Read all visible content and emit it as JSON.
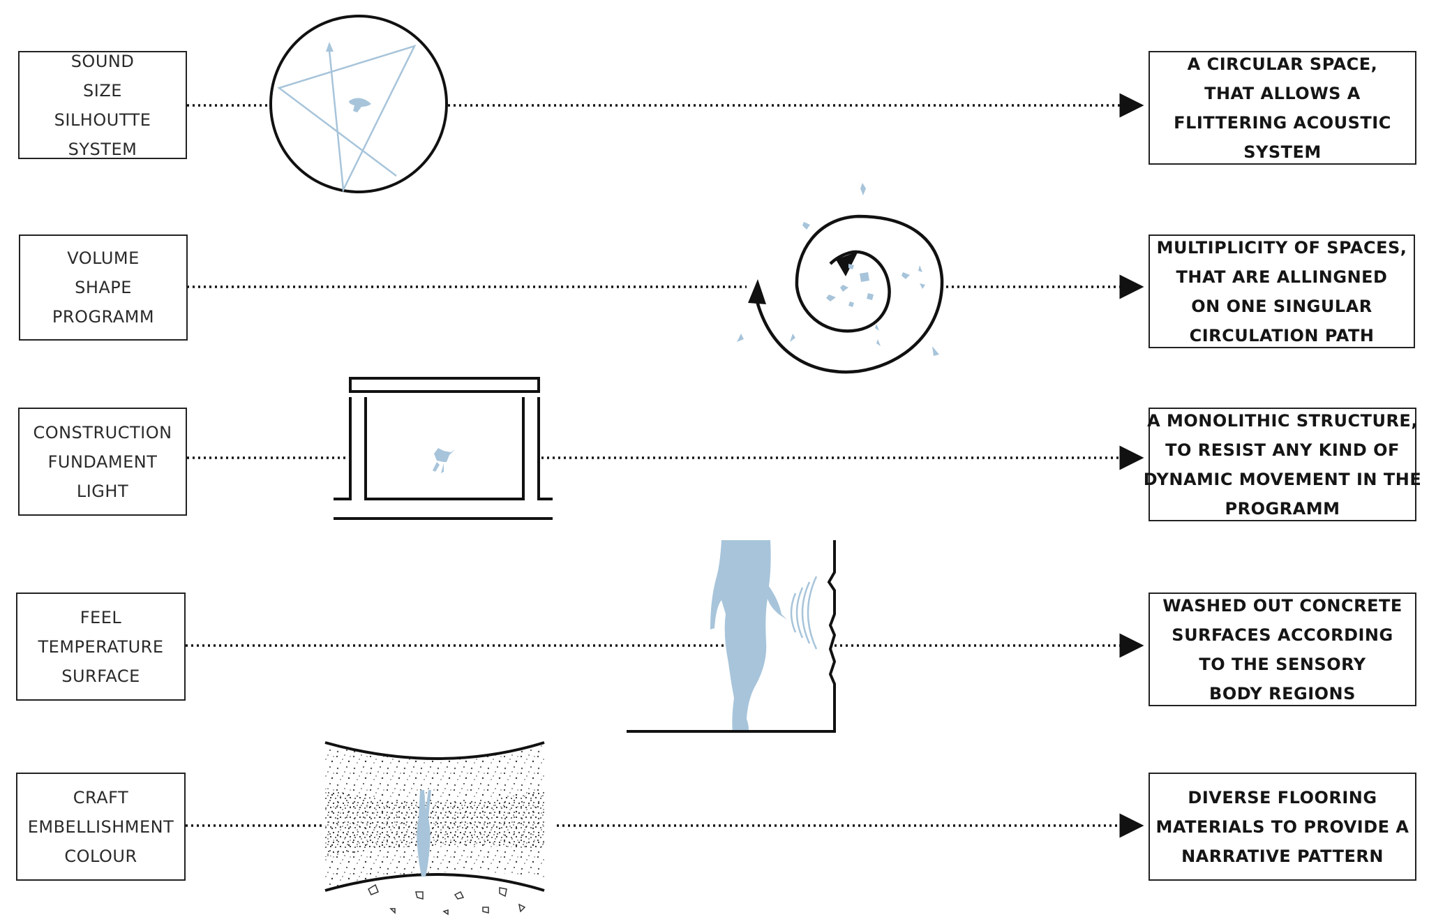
{
  "rows": [
    {
      "left": [
        "SOUND",
        "SIZE",
        "SILHOUTTE",
        "SYSTEM"
      ],
      "right": [
        "A CIRCULAR SPACE,",
        "THAT ALLOWS A",
        "FLITTERING ACOUSTIC",
        "SYSTEM"
      ]
    },
    {
      "left": [
        "VOLUME",
        "SHAPE",
        "PROGRAMM"
      ],
      "right": [
        "MULTIPLICITY OF SPACES,",
        "THAT ARE ALLINGNED",
        "ON ONE SINGULAR",
        "CIRCULATION PATH"
      ]
    },
    {
      "left": [
        "CONSTRUCTION",
        "FUNDAMENT",
        "LIGHT"
      ],
      "right": [
        "A MONOLITHIC STRUCTURE,",
        "TO RESIST ANY KIND OF",
        "DYNAMIC MOVEMENT IN THE",
        "PROGRAMM"
      ]
    },
    {
      "left": [
        "FEEL",
        "TEMPERATURE",
        "SURFACE"
      ],
      "right": [
        "WASHED OUT CONCRETE",
        "SURFACES ACCORDING",
        "TO THE SENSORY",
        "BODY REGIONS"
      ]
    },
    {
      "left": [
        "CRAFT",
        "EMBELLISHMENT",
        "COLOUR"
      ],
      "right": [
        "DIVERSE FLOORING",
        "MATERIALS TO PROVIDE A",
        "NARRATIVE PATTERN"
      ]
    }
  ],
  "colors": {
    "ink": "#111111",
    "accent": "#a7c4da",
    "text": "#222222"
  }
}
